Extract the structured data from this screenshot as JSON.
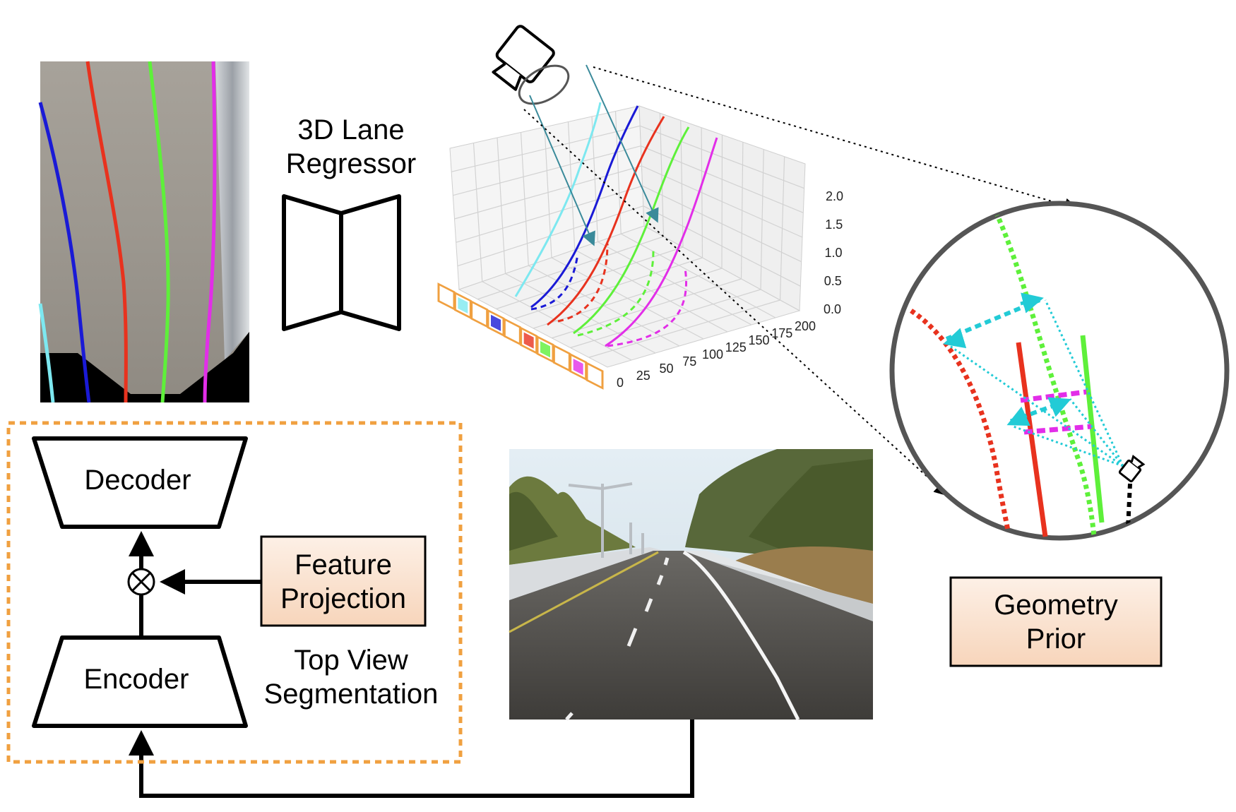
{
  "labels": {
    "lane_regressor_line1": "3D Lane",
    "lane_regressor_line2": "Regressor",
    "decoder": "Decoder",
    "encoder": "Encoder",
    "feature_projection_line1": "Feature",
    "feature_projection_line2": "Projection",
    "top_view_line1": "Top View",
    "top_view_line2": "Segmentation",
    "geometry_prior_line1": "Geometry",
    "geometry_prior_line2": "Prior"
  },
  "axis_ticks": {
    "z": [
      "2.0",
      "1.5",
      "1.0",
      "0.5",
      "0.0"
    ],
    "y": [
      "0",
      "25",
      "50",
      "75",
      "100",
      "125",
      "150",
      "175",
      "200"
    ]
  },
  "colors": {
    "lane_cyan": "#7de8f0",
    "lane_blue": "#1a1ad6",
    "lane_red": "#e8321e",
    "lane_green": "#5ef03a",
    "lane_magenta": "#e22ee8",
    "dashed_box": "#f0a040",
    "box_fill": "#fbe2cf",
    "camera_ray": "#3a8a9a",
    "prior_cyan": "#22cbd6"
  },
  "icons": [
    "camera-icon",
    "small-camera-icon",
    "multiply-circle-icon"
  ]
}
